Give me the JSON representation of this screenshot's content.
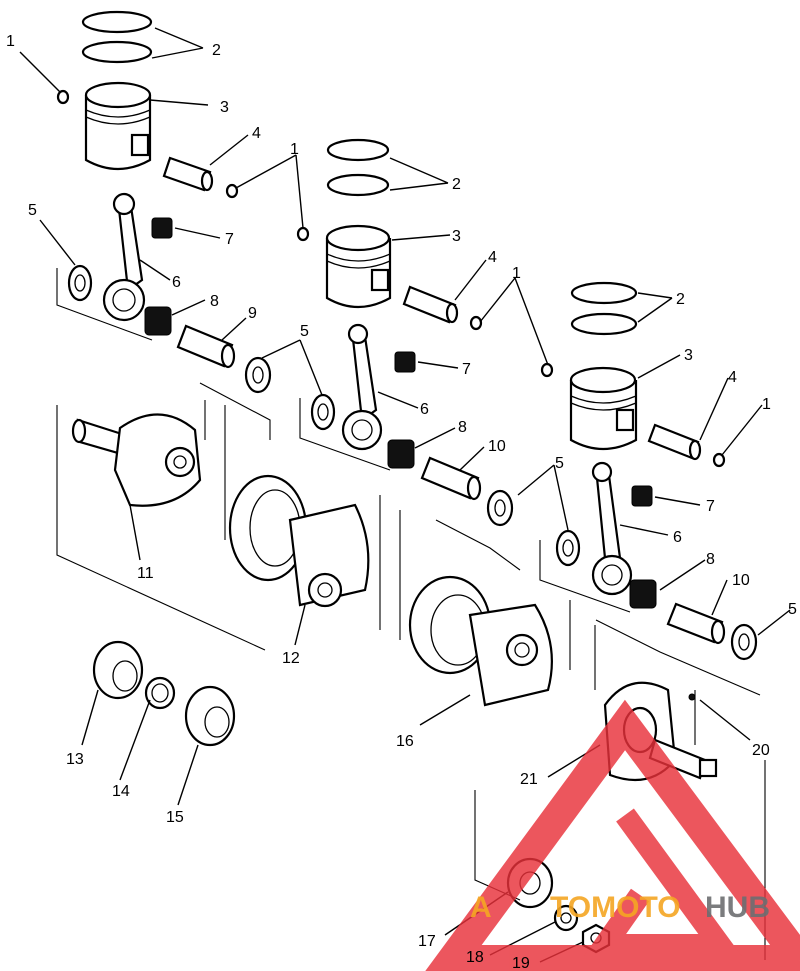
{
  "callouts": {
    "c1a": "1",
    "c1b": "1",
    "c1c": "1",
    "c1d": "1",
    "c2a": "2",
    "c2b": "2",
    "c2c": "2",
    "c3a": "3",
    "c3b": "3",
    "c3c": "3",
    "c4a": "4",
    "c4b": "4",
    "c4c": "4",
    "c5a": "5",
    "c5b": "5",
    "c5c": "5",
    "c5d": "5",
    "c6a": "6",
    "c6b": "6",
    "c6c": "6",
    "c7a": "7",
    "c7b": "7",
    "c7c": "7",
    "c8a": "8",
    "c8b": "8",
    "c8c": "8",
    "c9": "9",
    "c10a": "10",
    "c10b": "10",
    "c11": "11",
    "c12": "12",
    "c13": "13",
    "c14": "14",
    "c15": "15",
    "c16": "16",
    "c17": "17",
    "c18": "18",
    "c19": "19",
    "c20": "20",
    "c21": "21"
  },
  "watermark": {
    "text_prefix": "A",
    "text_moto": "TOMOTO",
    "text_hub": "HUB",
    "triangle_color": "#e8313a",
    "orange_color": "#f5a623",
    "gray_color": "#6d6e71"
  }
}
